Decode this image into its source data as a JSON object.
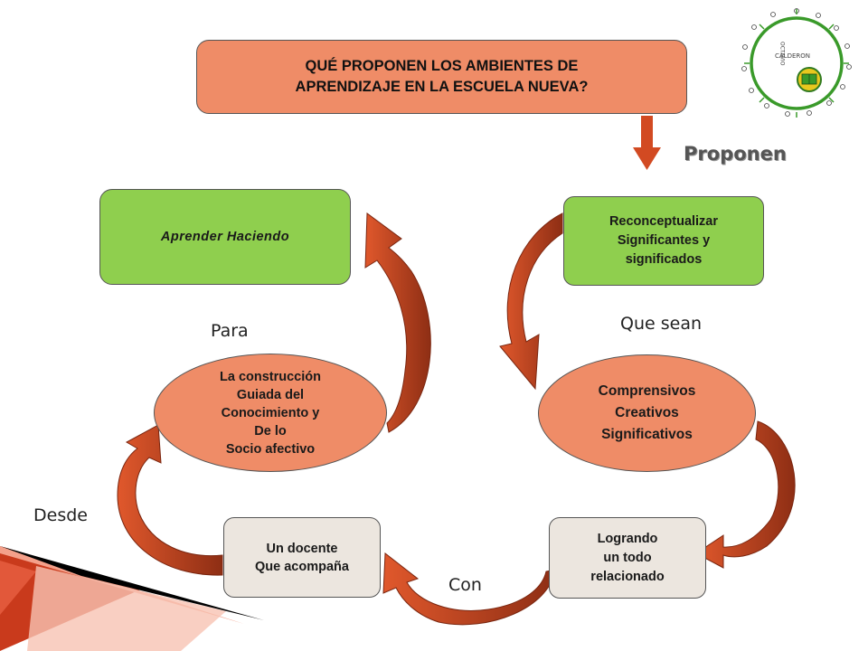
{
  "title": {
    "line1": "QUÉ PROPONEN  LOS AMBIENTES DE",
    "line2": "APRENDIZAJE EN LA ESCUELA NUEVA?"
  },
  "labels": {
    "proponen": "Proponen",
    "para": "Para",
    "que_sean": "Que sean",
    "desde": "Desde",
    "con": "Con"
  },
  "nodes": {
    "aprender": "Aprender Haciendo",
    "reconceptualizar": [
      "Reconceptualizar",
      "Significantes y",
      "significados"
    ],
    "construccion": [
      "La construcción",
      "Guiada del",
      "Conocimiento y",
      "De lo",
      "Socio afectivo"
    ],
    "comprensivos": [
      "Comprensivos",
      "Creativos",
      "Significativos"
    ],
    "docente": [
      "Un docente",
      "Que acompaña"
    ],
    "logrando": [
      "Logrando",
      "un todo",
      "relacionado"
    ]
  },
  "logo": {
    "arc_text": "OCTAVIO",
    "name_text": "CALDERON"
  },
  "colors": {
    "title_fill": "#ef8c67",
    "green_fill": "#8fcf4e",
    "grey_fill": "#ece6df",
    "arrow_fill": "#d24a22",
    "arrow_dark": "#9c3418"
  }
}
